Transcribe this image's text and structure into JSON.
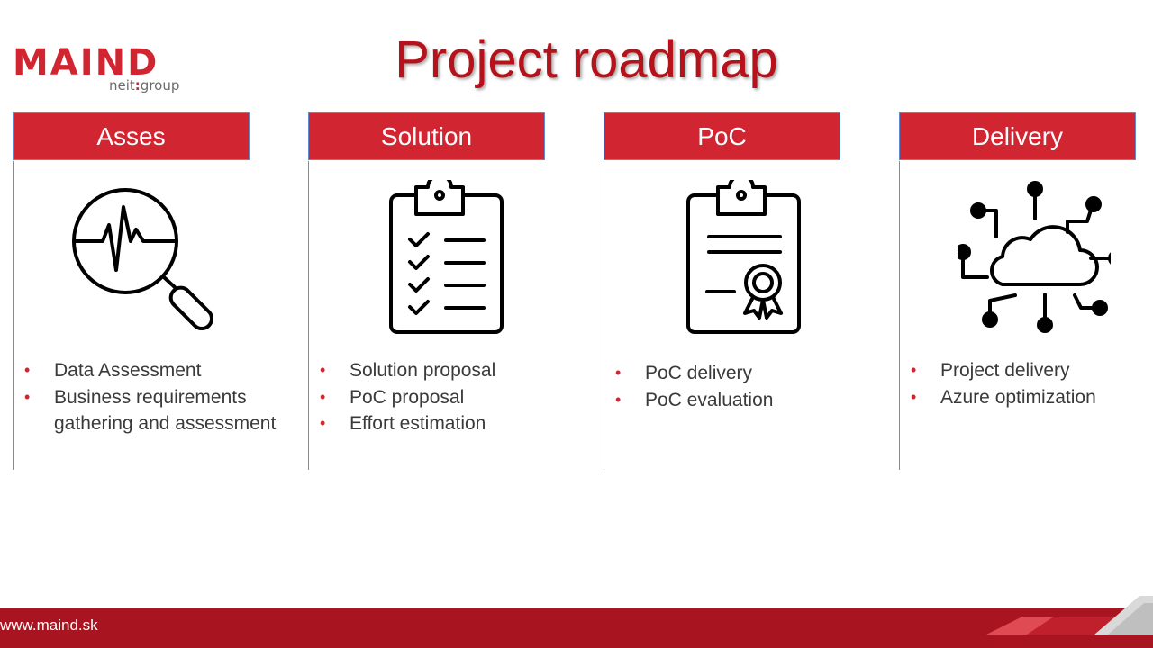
{
  "logo": {
    "main": "MAIND",
    "sub_a": "neit",
    "sub_sep": ":",
    "sub_b": "group"
  },
  "title": "Project roadmap",
  "columns": [
    {
      "header": "Asses",
      "icon": "magnifier-pulse-icon",
      "bullets": [
        "Data Assessment",
        "Business requirements gathering and assessment"
      ]
    },
    {
      "header": "Solution",
      "icon": "clipboard-checklist-icon",
      "bullets": [
        "Solution proposal",
        "PoC proposal",
        "Effort estimation"
      ]
    },
    {
      "header": "PoC",
      "icon": "certificate-clipboard-icon",
      "bullets": [
        "PoC delivery",
        "PoC evaluation"
      ]
    },
    {
      "header": "Delivery",
      "icon": "cloud-network-icon",
      "bullets": [
        "Project delivery",
        "Azure optimization"
      ]
    }
  ],
  "bullet_glyph": "•",
  "footer": {
    "url": "www.maind.sk"
  },
  "colors": {
    "brand_red": "#d22532",
    "dark_red": "#a81520",
    "title_red": "#b5121b",
    "header_border": "#5b8bd0",
    "text": "#3a3a3a"
  }
}
